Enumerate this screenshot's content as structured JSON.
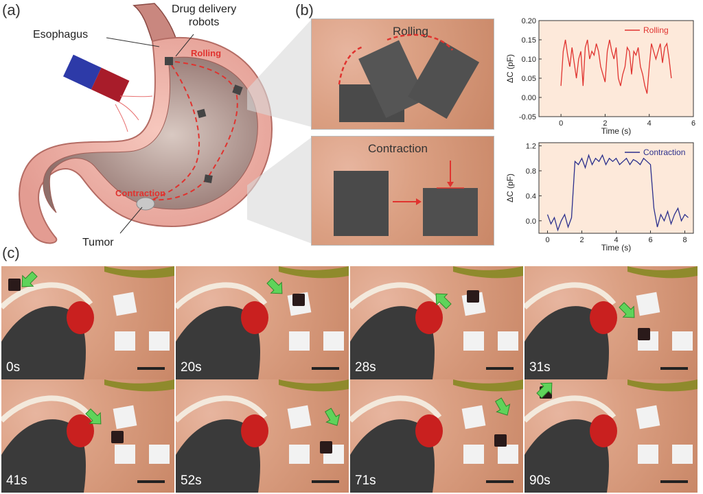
{
  "panels": {
    "a": {
      "letter": "(a)",
      "labels": {
        "esophagus": "Esophagus",
        "drug_delivery": "Drug delivery\nrobots",
        "rolling": "Rolling",
        "contraction": "Contraction",
        "tumor": "Tumor"
      }
    },
    "b": {
      "letter": "(b)",
      "rolling_title": "Rolling",
      "contraction_title": "Contraction"
    },
    "c": {
      "letter": "(c)",
      "frames": [
        {
          "time": "0s"
        },
        {
          "time": "20s"
        },
        {
          "time": "28s"
        },
        {
          "time": "31s"
        },
        {
          "time": "41s"
        },
        {
          "time": "52s"
        },
        {
          "time": "71s"
        },
        {
          "time": "90s"
        }
      ]
    }
  },
  "colors": {
    "rolling_line": "#e0332f",
    "contraction_line": "#2b2f8c",
    "chart_bg": "#fde9da",
    "annotation_red": "#e0332f",
    "arrow_green": "#5fd35a"
  },
  "chart_data": [
    {
      "type": "line",
      "xlabel": "Time (s)",
      "ylabel": "ΔC (pF)",
      "xlim": [
        -1,
        6
      ],
      "ylim": [
        -0.05,
        0.2
      ],
      "xticks": [
        0,
        2,
        4,
        6
      ],
      "yticks": [
        -0.05,
        0.0,
        0.05,
        0.1,
        0.15,
        0.2
      ],
      "xtick_labels": [
        "0",
        "2",
        "4",
        "6"
      ],
      "ytick_labels": [
        "-0.05",
        "0.00",
        "0.05",
        "0.10",
        "0.15",
        "0.20"
      ],
      "legend": "top-right",
      "series": [
        {
          "name": "Rolling",
          "x": [
            0.0,
            0.1,
            0.2,
            0.3,
            0.4,
            0.5,
            0.6,
            0.7,
            0.8,
            0.9,
            1.0,
            1.1,
            1.2,
            1.3,
            1.4,
            1.5,
            1.6,
            1.7,
            1.8,
            1.9,
            2.0,
            2.1,
            2.2,
            2.3,
            2.4,
            2.5,
            2.6,
            2.7,
            2.8,
            2.9,
            3.0,
            3.1,
            3.2,
            3.3,
            3.4,
            3.5,
            3.6,
            3.7,
            3.8,
            3.9,
            4.0,
            4.1,
            4.2,
            4.3,
            4.4,
            4.5,
            4.6,
            4.7,
            4.8,
            4.9,
            5.0
          ],
          "y": [
            0.03,
            0.12,
            0.15,
            0.11,
            0.08,
            0.13,
            0.09,
            0.05,
            0.1,
            0.12,
            0.03,
            0.13,
            0.15,
            0.1,
            0.12,
            0.11,
            0.14,
            0.12,
            0.08,
            0.06,
            0.04,
            0.12,
            0.15,
            0.12,
            0.1,
            0.13,
            0.05,
            0.03,
            0.06,
            0.08,
            0.13,
            0.12,
            0.06,
            0.12,
            0.11,
            0.13,
            0.08,
            0.06,
            0.03,
            0.01,
            0.08,
            0.14,
            0.12,
            0.1,
            0.12,
            0.14,
            0.09,
            0.13,
            0.14,
            0.1,
            0.05
          ]
        }
      ]
    },
    {
      "type": "line",
      "xlabel": "Time (s)",
      "ylabel": "ΔC (pF)",
      "xlim": [
        -0.5,
        8.5
      ],
      "ylim": [
        -0.2,
        1.25
      ],
      "xticks": [
        0,
        2,
        4,
        6,
        8
      ],
      "yticks": [
        0.0,
        0.4,
        0.8,
        1.2
      ],
      "xtick_labels": [
        "0",
        "2",
        "4",
        "6",
        "8"
      ],
      "ytick_labels": [
        "0.0",
        "0.4",
        "0.8",
        "1.2"
      ],
      "legend": "top-right",
      "series": [
        {
          "name": "Contraction",
          "x": [
            0.0,
            0.2,
            0.4,
            0.6,
            0.8,
            1.0,
            1.2,
            1.4,
            1.6,
            1.8,
            2.0,
            2.2,
            2.4,
            2.6,
            2.8,
            3.0,
            3.2,
            3.4,
            3.6,
            3.8,
            4.0,
            4.2,
            4.4,
            4.6,
            4.8,
            5.0,
            5.2,
            5.4,
            5.6,
            5.8,
            6.0,
            6.2,
            6.4,
            6.6,
            6.8,
            7.0,
            7.2,
            7.4,
            7.6,
            7.8,
            8.0,
            8.2
          ],
          "y": [
            0.1,
            -0.05,
            0.05,
            -0.15,
            0.0,
            0.1,
            -0.1,
            0.05,
            0.95,
            0.9,
            1.0,
            0.85,
            1.05,
            0.9,
            1.0,
            0.95,
            1.05,
            0.9,
            1.0,
            0.95,
            1.0,
            0.9,
            0.95,
            1.0,
            0.9,
            0.98,
            0.95,
            0.9,
            1.0,
            0.95,
            0.9,
            0.2,
            -0.1,
            0.1,
            0.0,
            0.15,
            -0.05,
            0.1,
            0.2,
            0.0,
            0.1,
            0.05
          ]
        }
      ]
    }
  ]
}
